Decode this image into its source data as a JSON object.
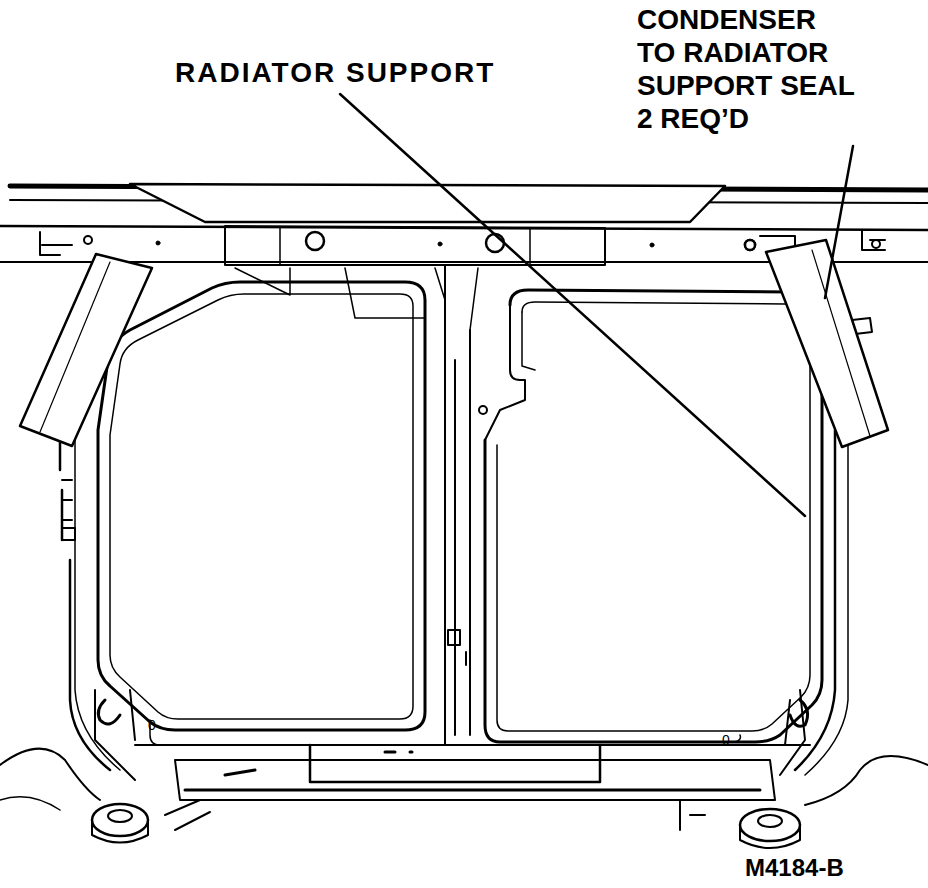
{
  "diagram": {
    "labels": [
      "RADIATOR SUPPORT",
      "CONDENSER TO RADIATOR SUPPORT SEAL 2 REQ’D",
      "M4184-B"
    ]
  }
}
